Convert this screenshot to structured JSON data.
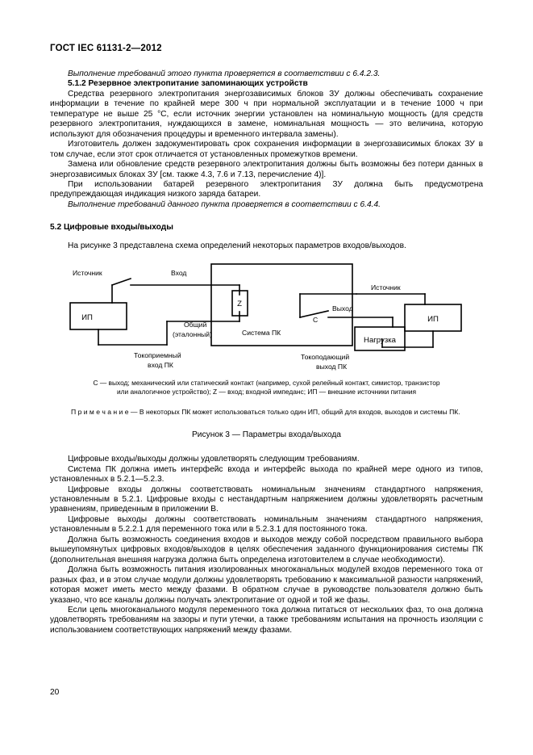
{
  "document": {
    "standard_header": "ГОСТ IEC 61131-2—2012",
    "page_number": "20"
  },
  "body": {
    "para_intro_italic": "Выполнение требований этого пункта проверяется в соответствии с 6.4.2.3.",
    "heading_512": "5.1.2 Резервное электропитание запоминающих устройств",
    "para_1": "Средства резервного электропитания энергозависимых блоков ЗУ должны обеспечивать сохранение информации в течение по крайней мере 300 ч при нормальной эксплуатации и в течение 1000 ч при температуре не выше 25 °С, если источник энергии установлен на номинальную мощность (для средств резервного электропитания, нуждающихся в замене, номинальная мощность — это величина, которую используют для обозначения процедуры и временного интервала замены).",
    "para_2": "Изготовитель должен задокументировать срок сохранения информации в энергозависимых блоках ЗУ в том случае, если этот срок отличается от установленных промежутков времени.",
    "para_3": "Замена или обновление средств резервного электропитания должны быть возможны без потери данных в энергозависимых блоках ЗУ [см. также 4.3, 7.6 и 7.13, перечисление 4)].",
    "para_4": "При использовании батарей резервного электропитания ЗУ должна быть предусмотрена предупреждающая индикация низкого заряда батареи.",
    "para_5_italic": "Выполнение требований данного пункта проверяется в соответствии с 6.4.4.",
    "heading_52": "5.2 Цифровые входы/выходы",
    "para_6": "На рисунке 3 представлена схема определений некоторых параметров входов/выходов.",
    "legend_line1": "С — выход; механический или статический контакт (например, сухой релейный контакт, симистор, транзистор",
    "legend_line2": "или аналогичное устройство); Z — вход; входной импеданс; ИП — внешние источники питания",
    "note_label": "П р и м е ч а н и е",
    "note_text": "—  В некоторых ПК может использоваться только один ИП, общий для входов, выходов и системы ПК.",
    "figure_caption": "Рисунок 3 — Параметры входа/выхода",
    "para_7": "Цифровые входы/выходы должны удовлетворять следующим требованиям.",
    "para_8": "Система ПК должна иметь интерфейс входа и интерфейс выхода по крайней мере одного из типов, установленных в 5.2.1—5.2.3.",
    "para_9": "Цифровые входы должны соответствовать номинальным значениям стандартного напряжения, установленным в 5.2.1. Цифровые входы с нестандартным напряжением должны удовлетворять расчетным уравнениям, приведенным в приложении В.",
    "para_10": "Цифровые выходы должны соответствовать номинальным значениям стандартного напряжения, установленным в 5.2.2.1 для переменного тока или в 5.2.3.1 для постоянного тока.",
    "para_11": "Должна быть возможность соединения входов и выходов между собой посредством правильного выбора вышеупомянутых цифровых входов/выходов в целях обеспечения заданного функционирования системы ПК (дополнительная внешняя нагрузка должна быть определена изготовителем в случае необходимости).",
    "para_12": "Должна быть возможность питания изолированных многоканальных модулей входов переменного тока от разных фаз, и в этом случае модули должны удовлетворять требованию к максимальной разности напряжений, которая может иметь место между фазами. В обратном случае в руководстве пользователя должно быть указано, что все каналы должны получать электропитание от одной и той же фазы.",
    "para_13": "Если цепь многоканального модуля переменного тока должна питаться от нескольких фаз, то она должна удовлетворять требованиям на зазоры и пути утечки, а также требованиям испытания на прочность изоляции с использованием соответствующих напряжений между фазами."
  },
  "figure": {
    "labels": {
      "source_left": "Источник",
      "input": "Вход",
      "psu_left": "ИП",
      "impedance": "Z",
      "common_line1": "Общий",
      "common_line2": "(эталонный)",
      "sink_line1": "Токоприемный",
      "sink_line2": "вход ПК",
      "system": "Система ПК",
      "contact": "С",
      "output": "Выход",
      "source_right": "Источник",
      "psu_right": "ИП",
      "load": "Нагрузка",
      "source_out_line1": "Токоподающий",
      "source_out_line2": "выход ПК"
    },
    "colors": {
      "line": "#000000",
      "background": "#ffffff"
    }
  }
}
